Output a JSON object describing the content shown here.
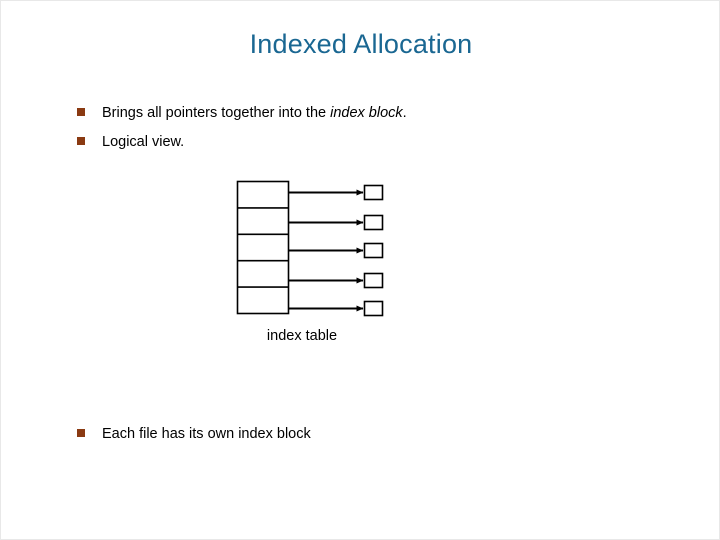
{
  "slide": {
    "title": "Indexed Allocation",
    "title_color": "#1a6792",
    "background_color": "#ffffff",
    "bullet_marker_color": "#8a3a12"
  },
  "bullets": [
    {
      "marker": "square-bullet",
      "text_plain": "Brings all pointers together into the index block.",
      "text_lead": "Brings all pointers together into the ",
      "text_emphasis": "index block",
      "text_tail": "."
    },
    {
      "marker": "square-bullet",
      "text_plain": "Logical view.",
      "text_lead": "Logical view.",
      "text_emphasis": "",
      "text_tail": ""
    },
    {
      "marker": "square-bullet",
      "text_plain": "Each file has its own index block",
      "text_lead": "Each file has its own index block",
      "text_emphasis": "",
      "text_tail": ""
    }
  ],
  "diagram": {
    "caption": "index table",
    "line_color": "#000000",
    "fill_color": "#ffffff",
    "index_table": {
      "name": "index-table",
      "cell_count": 5,
      "cells": [
        "",
        "",
        "",
        "",
        ""
      ]
    },
    "data_blocks": {
      "name": "data-blocks",
      "count": 5,
      "labels": [
        "",
        "",
        "",
        "",
        ""
      ]
    },
    "arrows": {
      "count": 5,
      "direction": "left-to-right"
    }
  }
}
